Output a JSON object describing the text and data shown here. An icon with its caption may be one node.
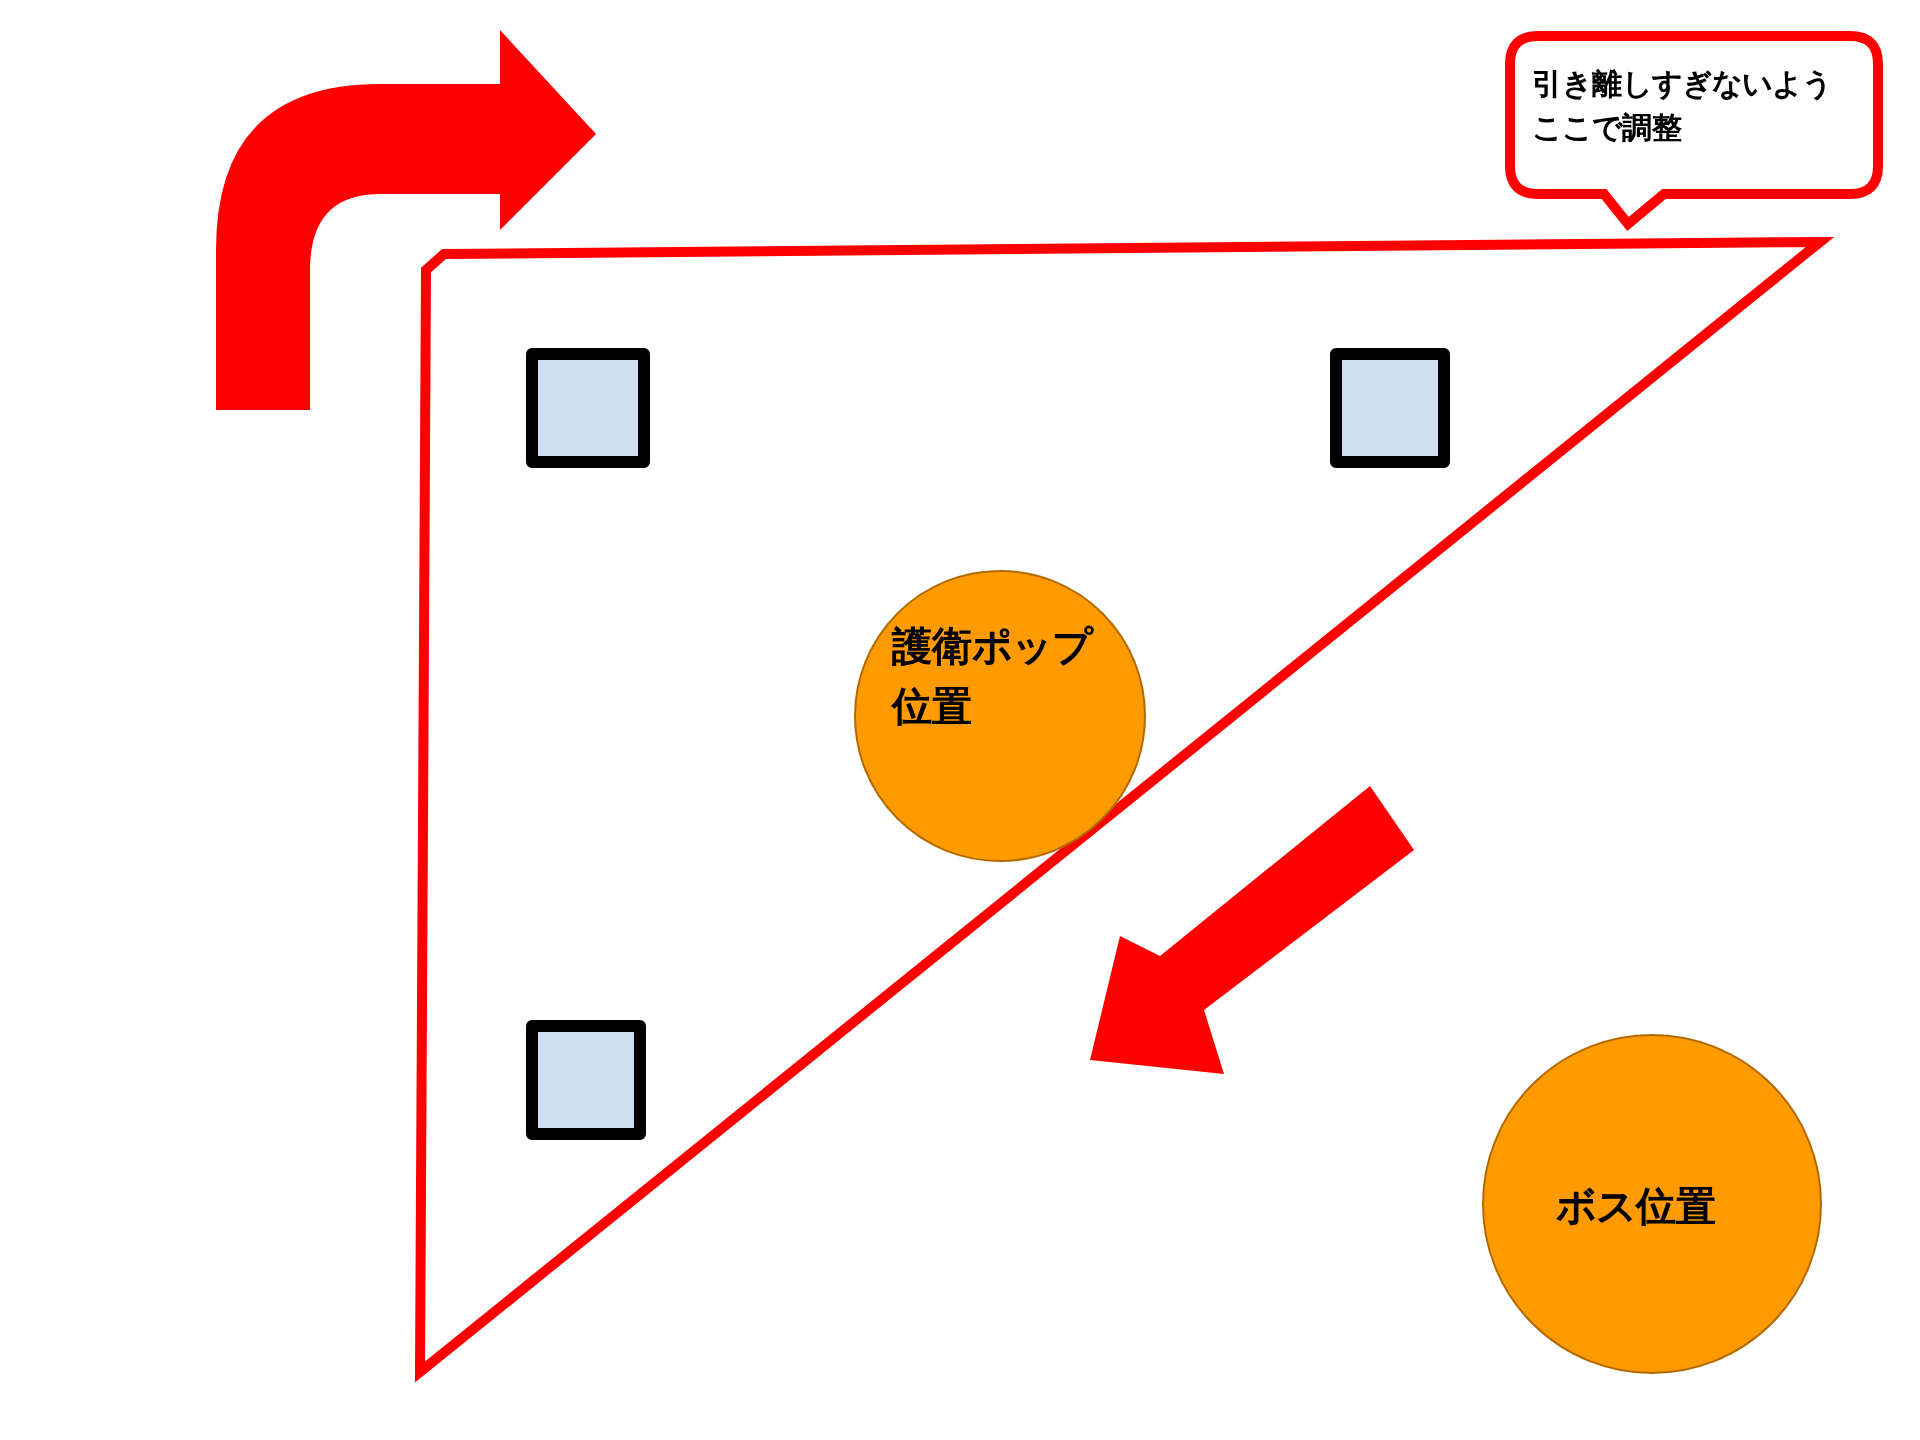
{
  "diagram": {
    "nodes": [
      {
        "text": [
          "引き離しすぎないようここで調整"
        ]
      },
      {
        "text": [],
        "shape": "box"
      },
      {
        "text": [],
        "shape": "box"
      },
      {
        "text": [],
        "shape": "box"
      },
      {
        "text": [
          "護衛ポップ位置"
        ]
      },
      {
        "text": [
          "ボス位置"
        ]
      }
    ]
  }
}
